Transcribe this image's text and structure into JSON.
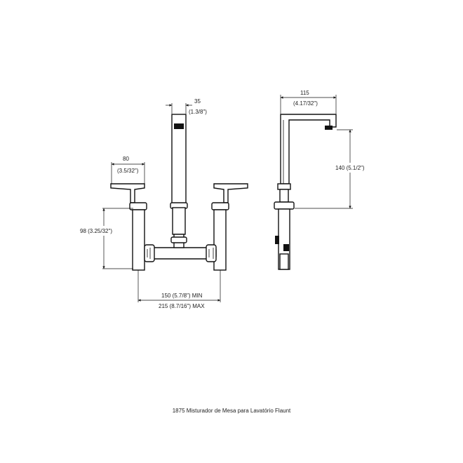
{
  "dimensions": {
    "spout_width": "35",
    "spout_width_in": "(1.3/8\")",
    "handle_width": "80",
    "handle_width_in": "(3.5/32\")",
    "body_height": "98 (3.25/32\")",
    "spread_min": "150 (5.7/8\") MIN",
    "spread_max": "215 (8.7/16\") MAX",
    "reach": "115",
    "reach_in": "(4.17/32\")",
    "spout_height": "140 (5.1/2\")"
  },
  "caption": "1875 Misturador de Mesa para Lavatório Flaunt"
}
